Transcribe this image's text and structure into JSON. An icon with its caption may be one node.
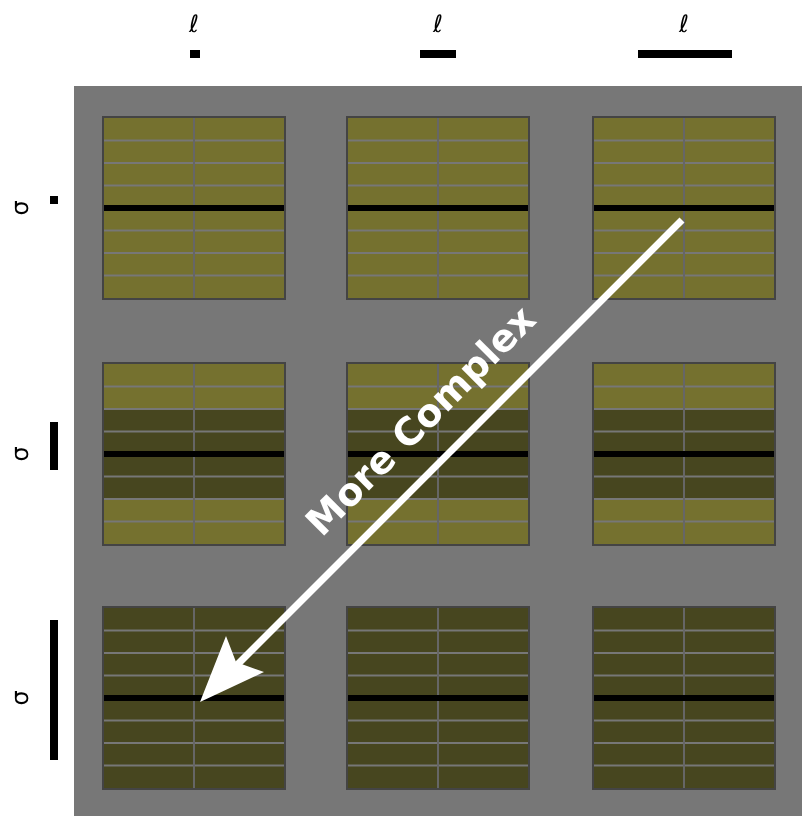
{
  "diagram": {
    "labels": [
      "ℓ",
      "ℓ",
      "ℓ",
      "σ",
      "σ",
      "σ",
      "More Complex"
    ]
  }
}
